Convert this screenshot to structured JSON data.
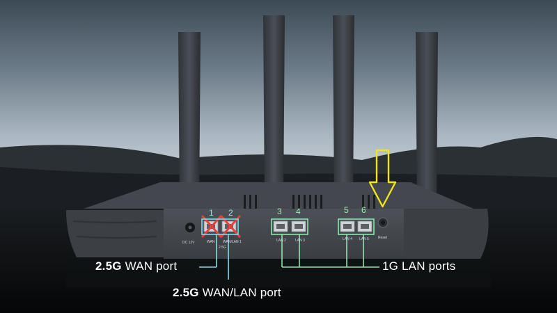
{
  "port_numbers": [
    "1",
    "2",
    "3",
    "4",
    "5",
    "6"
  ],
  "device_labels": {
    "power": "DC 12V",
    "wan": "WAN",
    "wan_lan": "WAN/LAN 1",
    "speed": "2.5G",
    "lan2": "LAN 2",
    "lan3": "LAN 3",
    "lan4": "LAN 4",
    "lan5": "LAN 5",
    "reset": "Reset"
  },
  "callouts": {
    "wan_port": {
      "bold": "2.5G",
      "rest": "WAN port"
    },
    "wan_lan_port": {
      "bold": "2.5G",
      "rest": "WAN/LAN port"
    },
    "lan_ports": "1G LAN ports"
  },
  "colors": {
    "cross": "#e8403a",
    "arrow": "#f2e61a",
    "wan_lines": "#7fdde6",
    "lan_lines": "#8fe3b0",
    "label_text": "#ffffff"
  }
}
